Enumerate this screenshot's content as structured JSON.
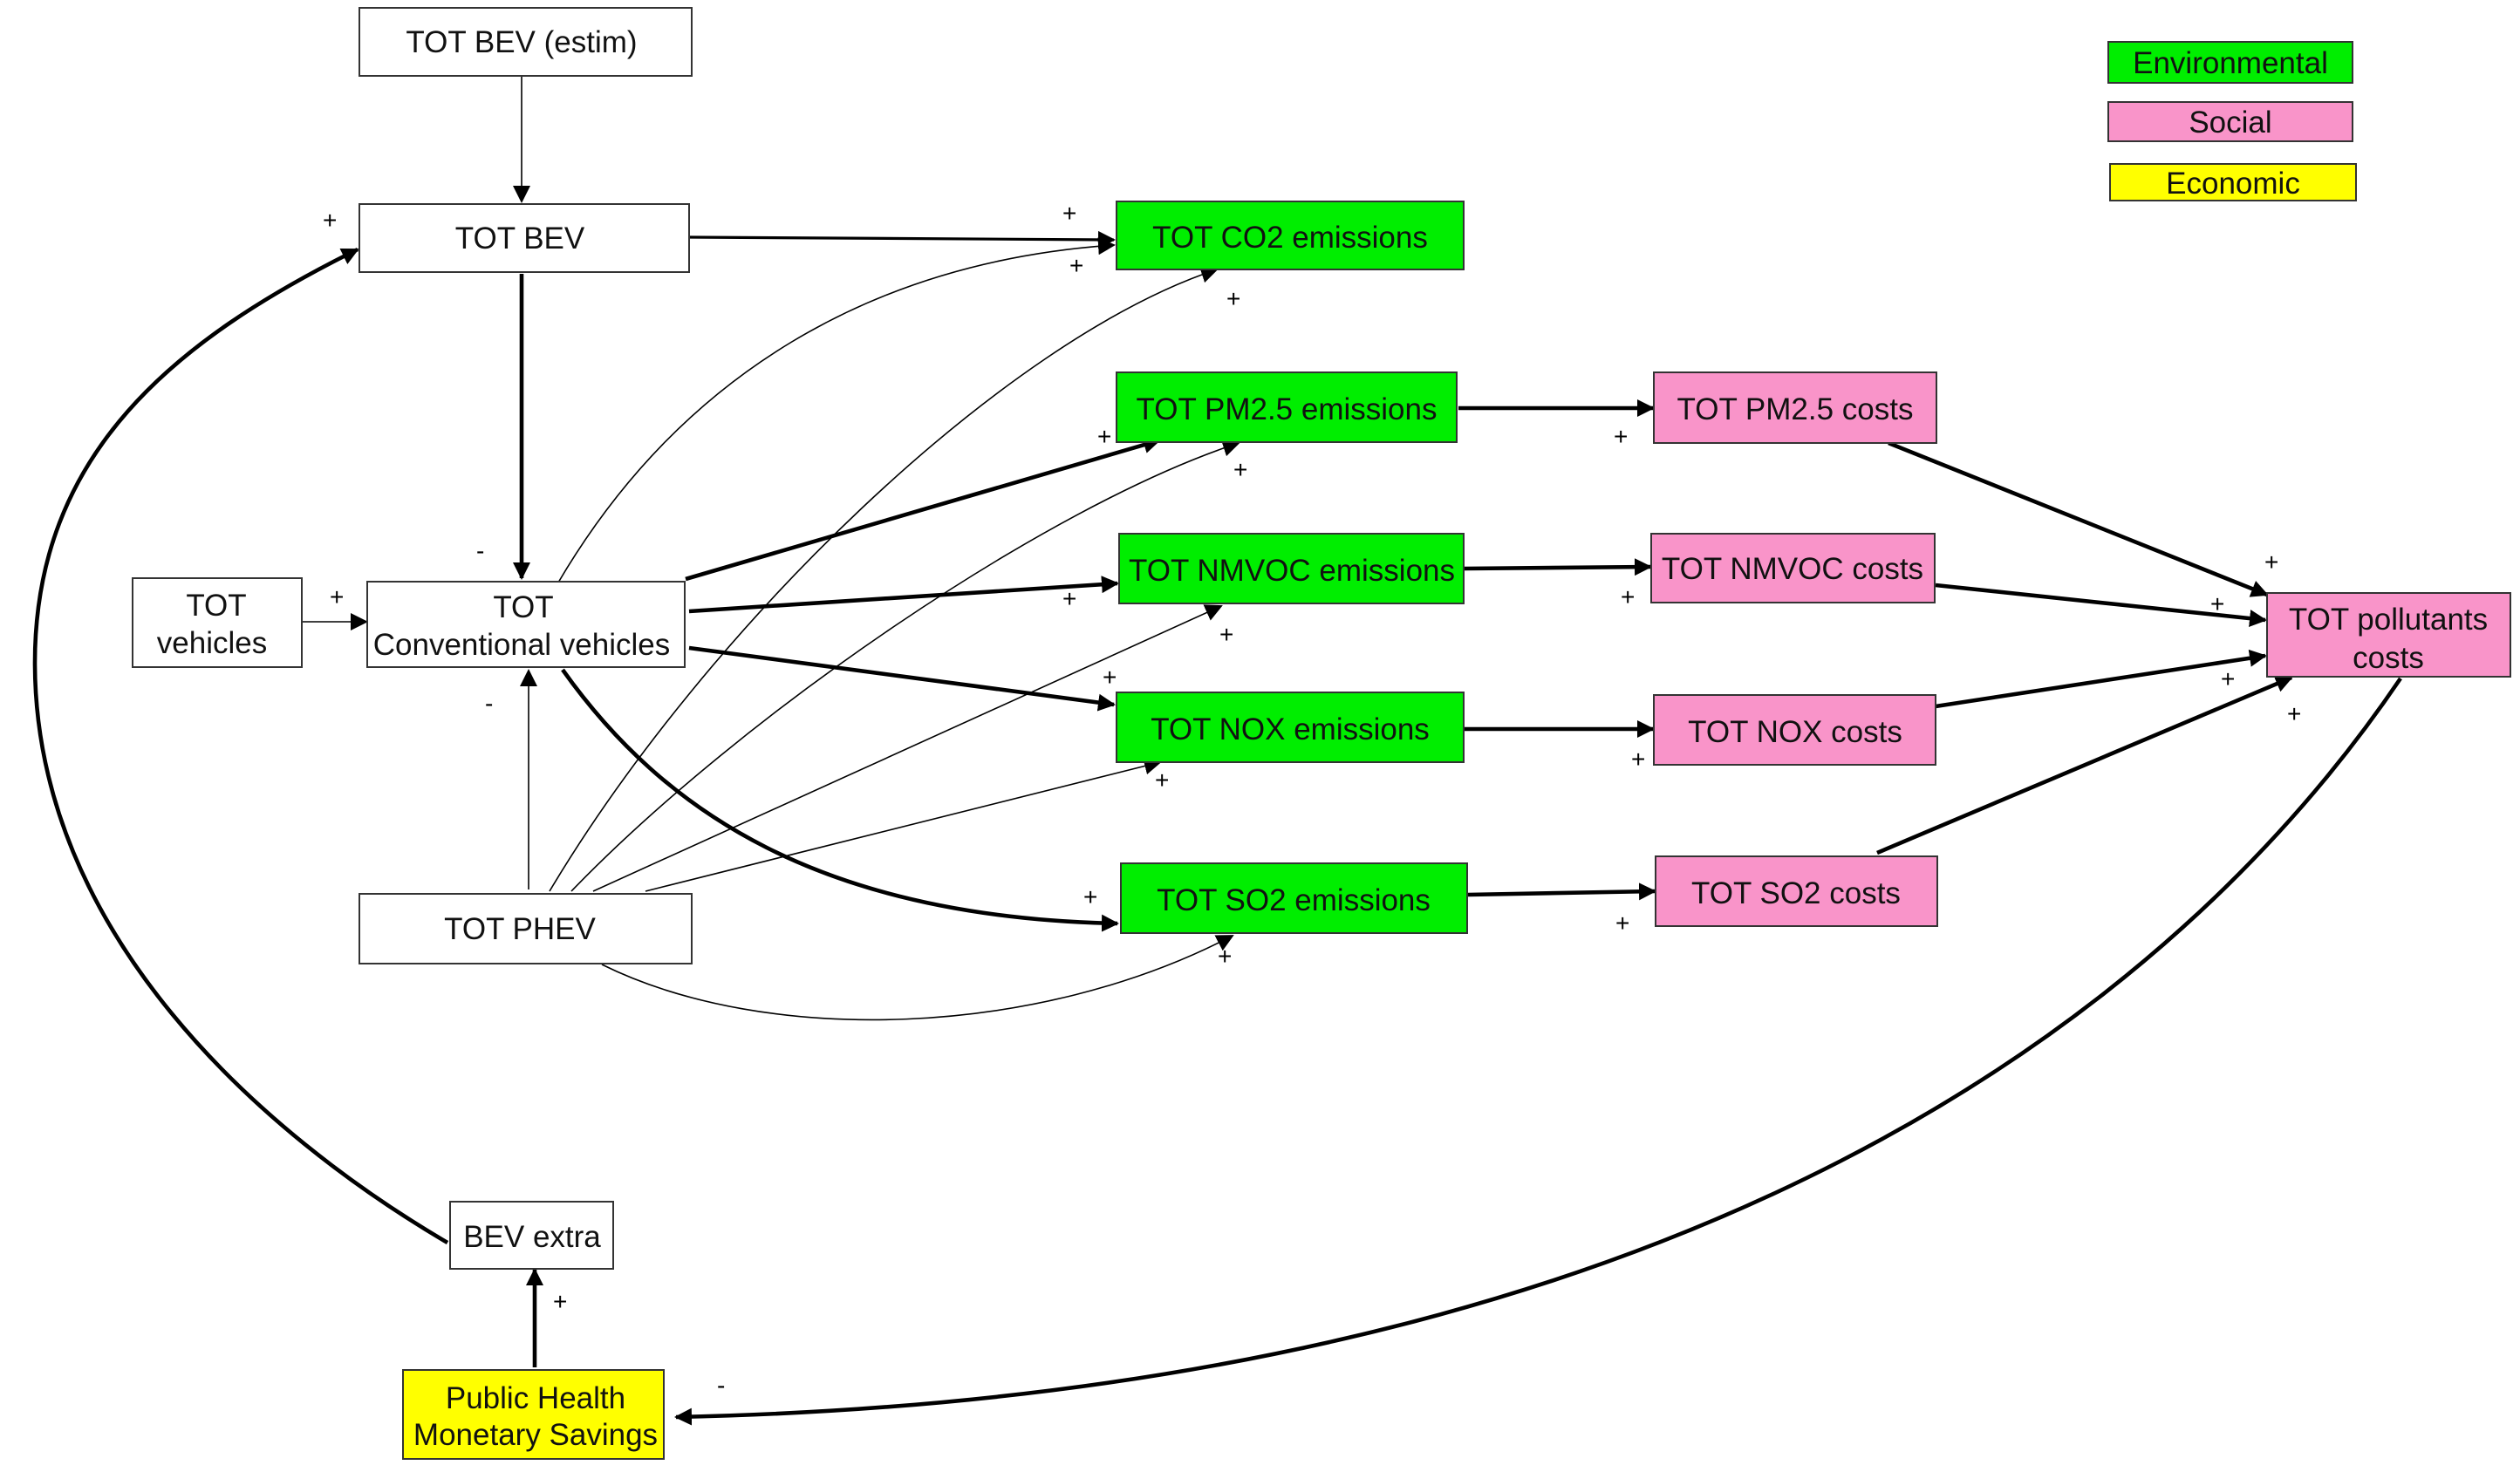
{
  "colors": {
    "environmental": "#00ee00",
    "social": "#f994c9",
    "economic": "#ffff00",
    "neutral": "#ffffff",
    "stroke": "#333333",
    "edge": "#000000"
  },
  "legend": {
    "environmental": "Environmental",
    "social": "Social",
    "economic": "Economic"
  },
  "nodes": {
    "tot_bev_estim": "TOT BEV (estim)",
    "tot_bev": "TOT BEV",
    "tot_vehicles": [
      "TOT",
      "vehicles"
    ],
    "tot_conventional": [
      "TOT",
      "Conventional vehicles"
    ],
    "tot_phev": "TOT PHEV",
    "bev_extra": "BEV extra",
    "public_health": [
      "Public Health",
      "Monetary Savings"
    ],
    "co2": "TOT CO2 emissions",
    "pm25": "TOT PM2.5 emissions",
    "nmvoc": "TOT NMVOC emissions",
    "nox": "TOT NOX emissions",
    "so2": "TOT SO2 emissions",
    "pm25_costs": "TOT PM2.5 costs",
    "nmvoc_costs": "TOT NMVOC costs",
    "nox_costs": "TOT NOX costs",
    "so2_costs": "TOT SO2 costs",
    "pollutants_costs": [
      "TOT pollutants",
      "costs"
    ]
  },
  "polarity": {
    "bev_extra_to_bev": "+",
    "bev_to_co2": "+",
    "phev_to_co2": "+",
    "conv_to_co2": "+",
    "bev_to_conv": "-",
    "vehicles_to_conv": "+",
    "phev_to_conv": "-",
    "conv_to_pm25": "+",
    "phev_to_pm25": "+",
    "conv_to_nmvoc": "+",
    "phev_to_nmvoc": "+",
    "conv_to_nox": "+",
    "phev_to_nox": "+",
    "conv_to_so2": "+",
    "phev_to_so2": "+",
    "pm25_to_costs": "+",
    "nmvoc_to_costs": "+",
    "nox_to_costs": "+",
    "so2_to_costs": "+",
    "pm25c_to_total": "+",
    "nmvocc_to_total": "+",
    "noxc_to_total": "+",
    "so2c_to_total": "+",
    "total_to_health": "-",
    "health_to_bev_extra": "+"
  }
}
